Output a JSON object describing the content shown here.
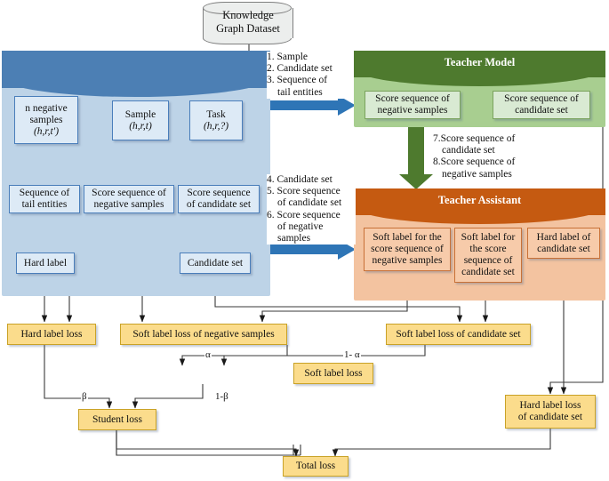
{
  "title": "Knowledge distillation framework with teacher assistant",
  "colors": {
    "student_panel": "#bdd3e7",
    "student_header": "#4c7fb4",
    "teacher_panel": "#a8ce90",
    "teacher_header": "#4e7a2e",
    "assistant_panel": "#f3c3a0",
    "assistant_header": "#c55a11",
    "loss_box": "#fbdc8c",
    "arrow_blue": "#2e75b6",
    "arrow_green": "#4e7a2e"
  },
  "dataset": {
    "name": "knowledge-graph-dataset",
    "line1": "Knowledge",
    "line2": "Graph Dataset"
  },
  "student": {
    "panel_name": "student-model-panel",
    "nodes": {
      "negative_samples": {
        "line1": "n negative",
        "line2": "samples",
        "line3": "(h,r,t′)"
      },
      "sample": {
        "line1": "Sample",
        "line2": "(h,r,t)"
      },
      "task": {
        "line1": "Task",
        "line2": "(h,r,?)"
      },
      "seq_tail": {
        "line1": "Sequence of",
        "line2": "tail entities"
      },
      "score_seq_neg": {
        "line1": "Score sequence of",
        "line2": "negative samples"
      },
      "score_seq_cand": {
        "line1": "Score sequence",
        "line2": "of candidate set"
      },
      "hard_label": {
        "line1": "Hard label"
      },
      "candidate_set": {
        "line1": "Candidate set"
      }
    }
  },
  "teacher": {
    "title": "Teacher Model",
    "nodes": {
      "score_seq_neg": {
        "line1": "Score sequence of",
        "line2": "negative samples"
      },
      "score_seq_cand": {
        "line1": "Score sequence of",
        "line2": "candidate set"
      }
    }
  },
  "assistant": {
    "title": "Teacher Assistant",
    "nodes": {
      "soft_neg": {
        "line1": "Soft label for the",
        "line2": "score sequence of",
        "line3": "negative samples"
      },
      "soft_cand": {
        "line1": "Soft label for",
        "line2": "the score",
        "line3": "sequence of",
        "line4": "candidate set"
      },
      "hard_cand": {
        "line1": "Hard label of",
        "line2": "candidate set"
      }
    }
  },
  "annotations": {
    "student_to_teacher": {
      "l1": "1. Sample",
      "l2": "2. Candidate set",
      "l3": "3. Sequence of",
      "l4": "tail entities"
    },
    "student_to_assistant": {
      "l1": "4. Candidate set",
      "l2": "5. Score sequence",
      "l3": "of candidate set",
      "l4": "6. Score sequence",
      "l5": "of negative",
      "l6": "samples"
    },
    "teacher_to_assistant": {
      "l1": "7.Score sequence of",
      "l2": "candidate set",
      "l3": "8.Score sequence of",
      "l4": "negative samples"
    }
  },
  "losses": {
    "hard_label_loss": "Hard label loss",
    "soft_label_loss_neg": "Soft label loss of negative samples",
    "soft_label_loss_cand": "Soft label loss of candidate set",
    "soft_label_loss": "Soft label loss",
    "student_loss": "Student loss",
    "hard_label_loss_cand_l1": "Hard label loss",
    "hard_label_loss_cand_l2": "of candidate set",
    "total_loss": "Total loss"
  },
  "weights": {
    "alpha": "α",
    "one_minus_alpha": "1- α",
    "beta": "β",
    "one_minus_beta": "1-β"
  }
}
